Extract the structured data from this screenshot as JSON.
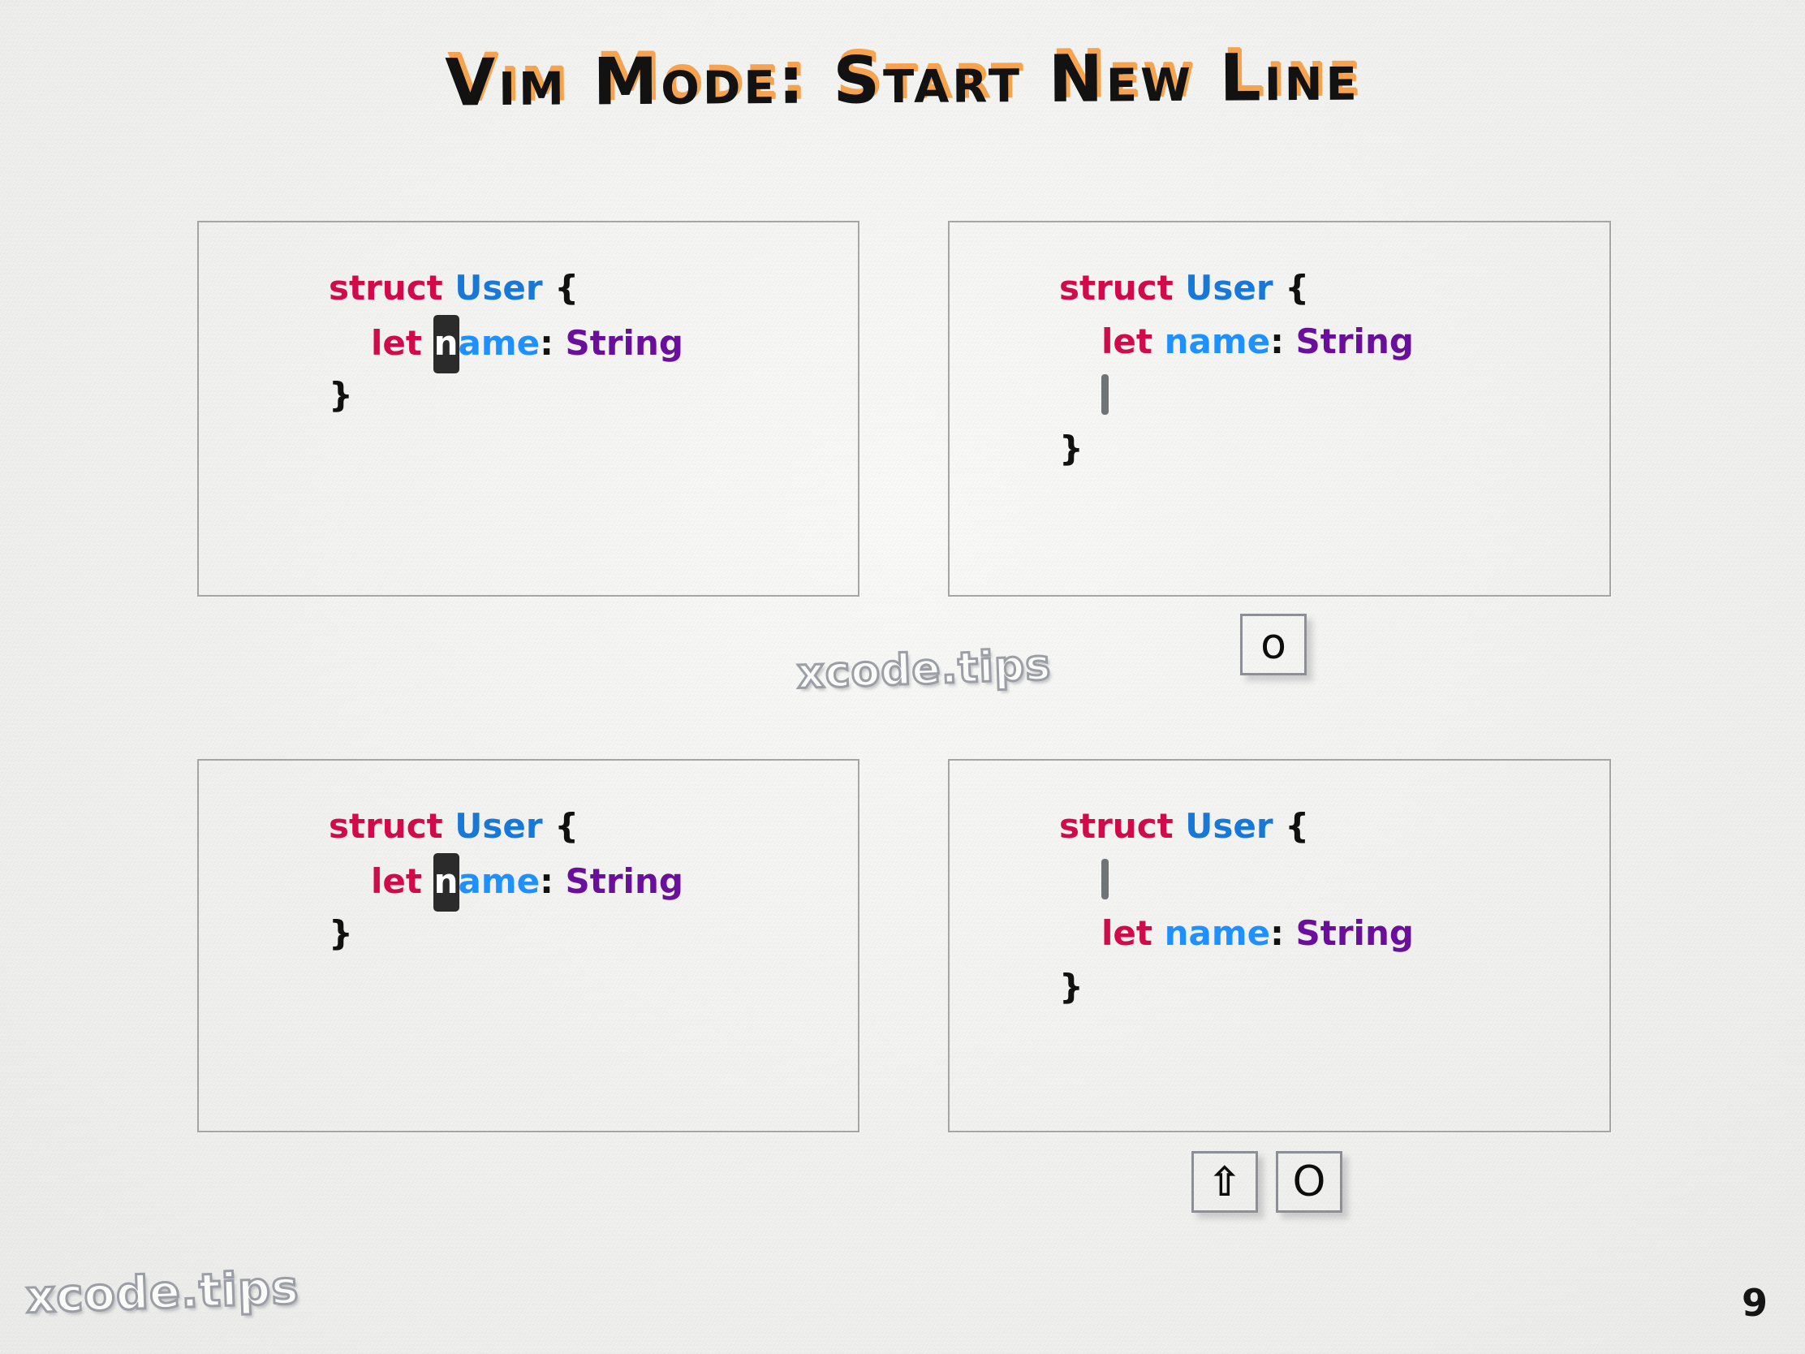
{
  "slide": {
    "title": "Vim Mode: Start New Line",
    "page_number": "9",
    "background_color": "#f2f2f0",
    "title_color": "#121212",
    "title_shadow_color": "#f5a34f"
  },
  "watermark": {
    "center": "xcode.tips",
    "corner": "xcode.tips",
    "color": "#9b9ea4"
  },
  "syntax_colors": {
    "keyword": "#d10a4a",
    "type": "#1878d8",
    "identifier": "#1e90ff",
    "class_name": "#6a0f9c",
    "punctuation": "#111111",
    "block_cursor_bg": "#2b2b2b",
    "block_cursor_fg": "#ffffff",
    "insert_caret": "#6f7479"
  },
  "panels": {
    "top_left": {
      "name": "before-state-lowercase-o",
      "lines": [
        {
          "tokens": [
            {
              "text": "struct",
              "kind": "keyword"
            },
            {
              "text": " ",
              "kind": "plain"
            },
            {
              "text": "User",
              "kind": "type"
            },
            {
              "text": " ",
              "kind": "plain"
            },
            {
              "text": "{",
              "kind": "punctuation"
            }
          ]
        },
        {
          "indent": 1,
          "tokens": [
            {
              "text": "let",
              "kind": "keyword"
            },
            {
              "text": " ",
              "kind": "plain"
            },
            {
              "text": "n",
              "kind": "identifier",
              "cursor": "block"
            },
            {
              "text": "ame",
              "kind": "identifier"
            },
            {
              "text": ":",
              "kind": "punctuation"
            },
            {
              "text": " ",
              "kind": "plain"
            },
            {
              "text": "String",
              "kind": "class_name"
            }
          ]
        },
        {
          "tokens": [
            {
              "text": "}",
              "kind": "punctuation"
            }
          ]
        }
      ]
    },
    "top_right": {
      "name": "after-state-lowercase-o",
      "lines": [
        {
          "tokens": [
            {
              "text": "struct",
              "kind": "keyword"
            },
            {
              "text": " ",
              "kind": "plain"
            },
            {
              "text": "User",
              "kind": "type"
            },
            {
              "text": " ",
              "kind": "plain"
            },
            {
              "text": "{",
              "kind": "punctuation"
            }
          ]
        },
        {
          "indent": 1,
          "tokens": [
            {
              "text": "let",
              "kind": "keyword"
            },
            {
              "text": " ",
              "kind": "plain"
            },
            {
              "text": "name",
              "kind": "identifier"
            },
            {
              "text": ":",
              "kind": "punctuation"
            },
            {
              "text": " ",
              "kind": "plain"
            },
            {
              "text": "String",
              "kind": "class_name"
            }
          ]
        },
        {
          "indent": 1,
          "tokens": [
            {
              "text": "",
              "kind": "plain",
              "cursor": "bar"
            }
          ]
        },
        {
          "tokens": [
            {
              "text": "}",
              "kind": "punctuation"
            }
          ]
        }
      ]
    },
    "bottom_left": {
      "name": "before-state-uppercase-o",
      "lines": [
        {
          "tokens": [
            {
              "text": "struct",
              "kind": "keyword"
            },
            {
              "text": " ",
              "kind": "plain"
            },
            {
              "text": "User",
              "kind": "type"
            },
            {
              "text": " ",
              "kind": "plain"
            },
            {
              "text": "{",
              "kind": "punctuation"
            }
          ]
        },
        {
          "indent": 1,
          "tokens": [
            {
              "text": "let",
              "kind": "keyword"
            },
            {
              "text": " ",
              "kind": "plain"
            },
            {
              "text": "n",
              "kind": "identifier",
              "cursor": "block"
            },
            {
              "text": "ame",
              "kind": "identifier"
            },
            {
              "text": ":",
              "kind": "punctuation"
            },
            {
              "text": " ",
              "kind": "plain"
            },
            {
              "text": "String",
              "kind": "class_name"
            }
          ]
        },
        {
          "tokens": [
            {
              "text": "}",
              "kind": "punctuation"
            }
          ]
        }
      ]
    },
    "bottom_right": {
      "name": "after-state-uppercase-o",
      "lines": [
        {
          "tokens": [
            {
              "text": "struct",
              "kind": "keyword"
            },
            {
              "text": " ",
              "kind": "plain"
            },
            {
              "text": "User",
              "kind": "type"
            },
            {
              "text": " ",
              "kind": "plain"
            },
            {
              "text": "{",
              "kind": "punctuation"
            }
          ]
        },
        {
          "indent": 1,
          "tokens": [
            {
              "text": "",
              "kind": "plain",
              "cursor": "bar"
            }
          ]
        },
        {
          "indent": 1,
          "tokens": [
            {
              "text": "let",
              "kind": "keyword"
            },
            {
              "text": " ",
              "kind": "plain"
            },
            {
              "text": "name",
              "kind": "identifier"
            },
            {
              "text": ":",
              "kind": "punctuation"
            },
            {
              "text": " ",
              "kind": "plain"
            },
            {
              "text": "String",
              "kind": "class_name"
            }
          ]
        },
        {
          "tokens": [
            {
              "text": "}",
              "kind": "punctuation"
            }
          ]
        }
      ]
    }
  },
  "key_hints": {
    "top_right": [
      {
        "label": "o",
        "name": "key-o"
      }
    ],
    "bottom_right": [
      {
        "label": "⇧",
        "name": "key-shift"
      },
      {
        "label": "O",
        "name": "key-o"
      }
    ]
  }
}
